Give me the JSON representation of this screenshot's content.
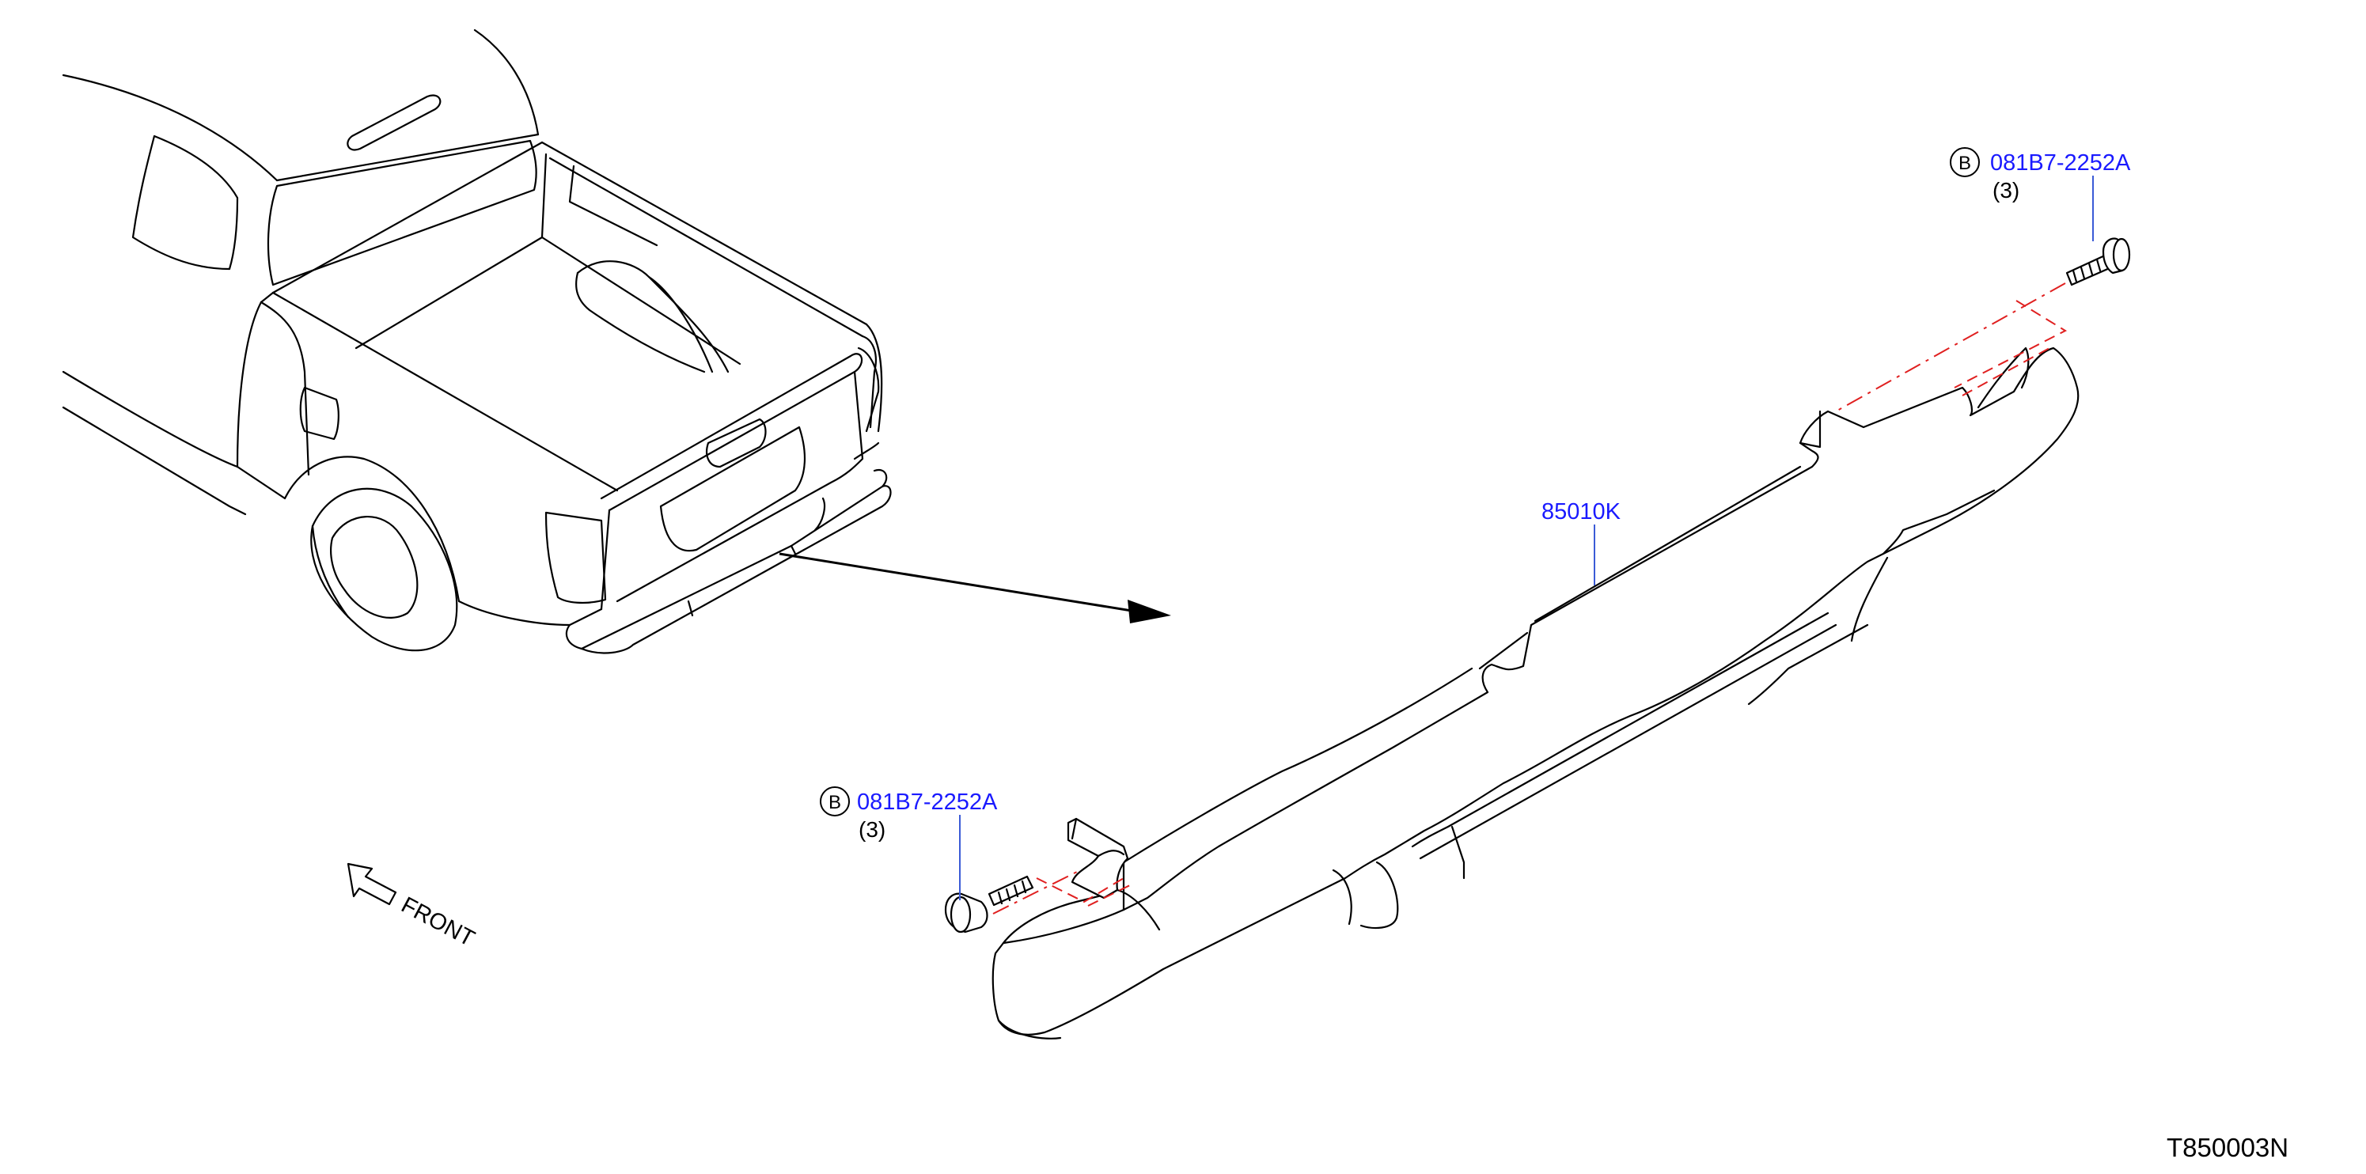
{
  "colors": {
    "line": "#000000",
    "part_number": "#1a1aff",
    "leader": "#3b5bd6",
    "install_path": "#e02020"
  },
  "parts": {
    "bumper": {
      "number": "85010K",
      "name_icon": "rear-bumper-assembly"
    },
    "bolt_right": {
      "marker": "B",
      "number": "081B7-2252A",
      "quantity": "(3)",
      "icon": "bolt-icon"
    },
    "bolt_left": {
      "marker": "B",
      "number": "081B7-2252A",
      "quantity": "(3)",
      "icon": "bolt-icon"
    }
  },
  "direction": {
    "label": "FRONT",
    "icon": "front-arrow-icon"
  },
  "figure": {
    "id": "T850003N"
  },
  "vehicle": {
    "icon": "pickup-truck-rear-view"
  }
}
